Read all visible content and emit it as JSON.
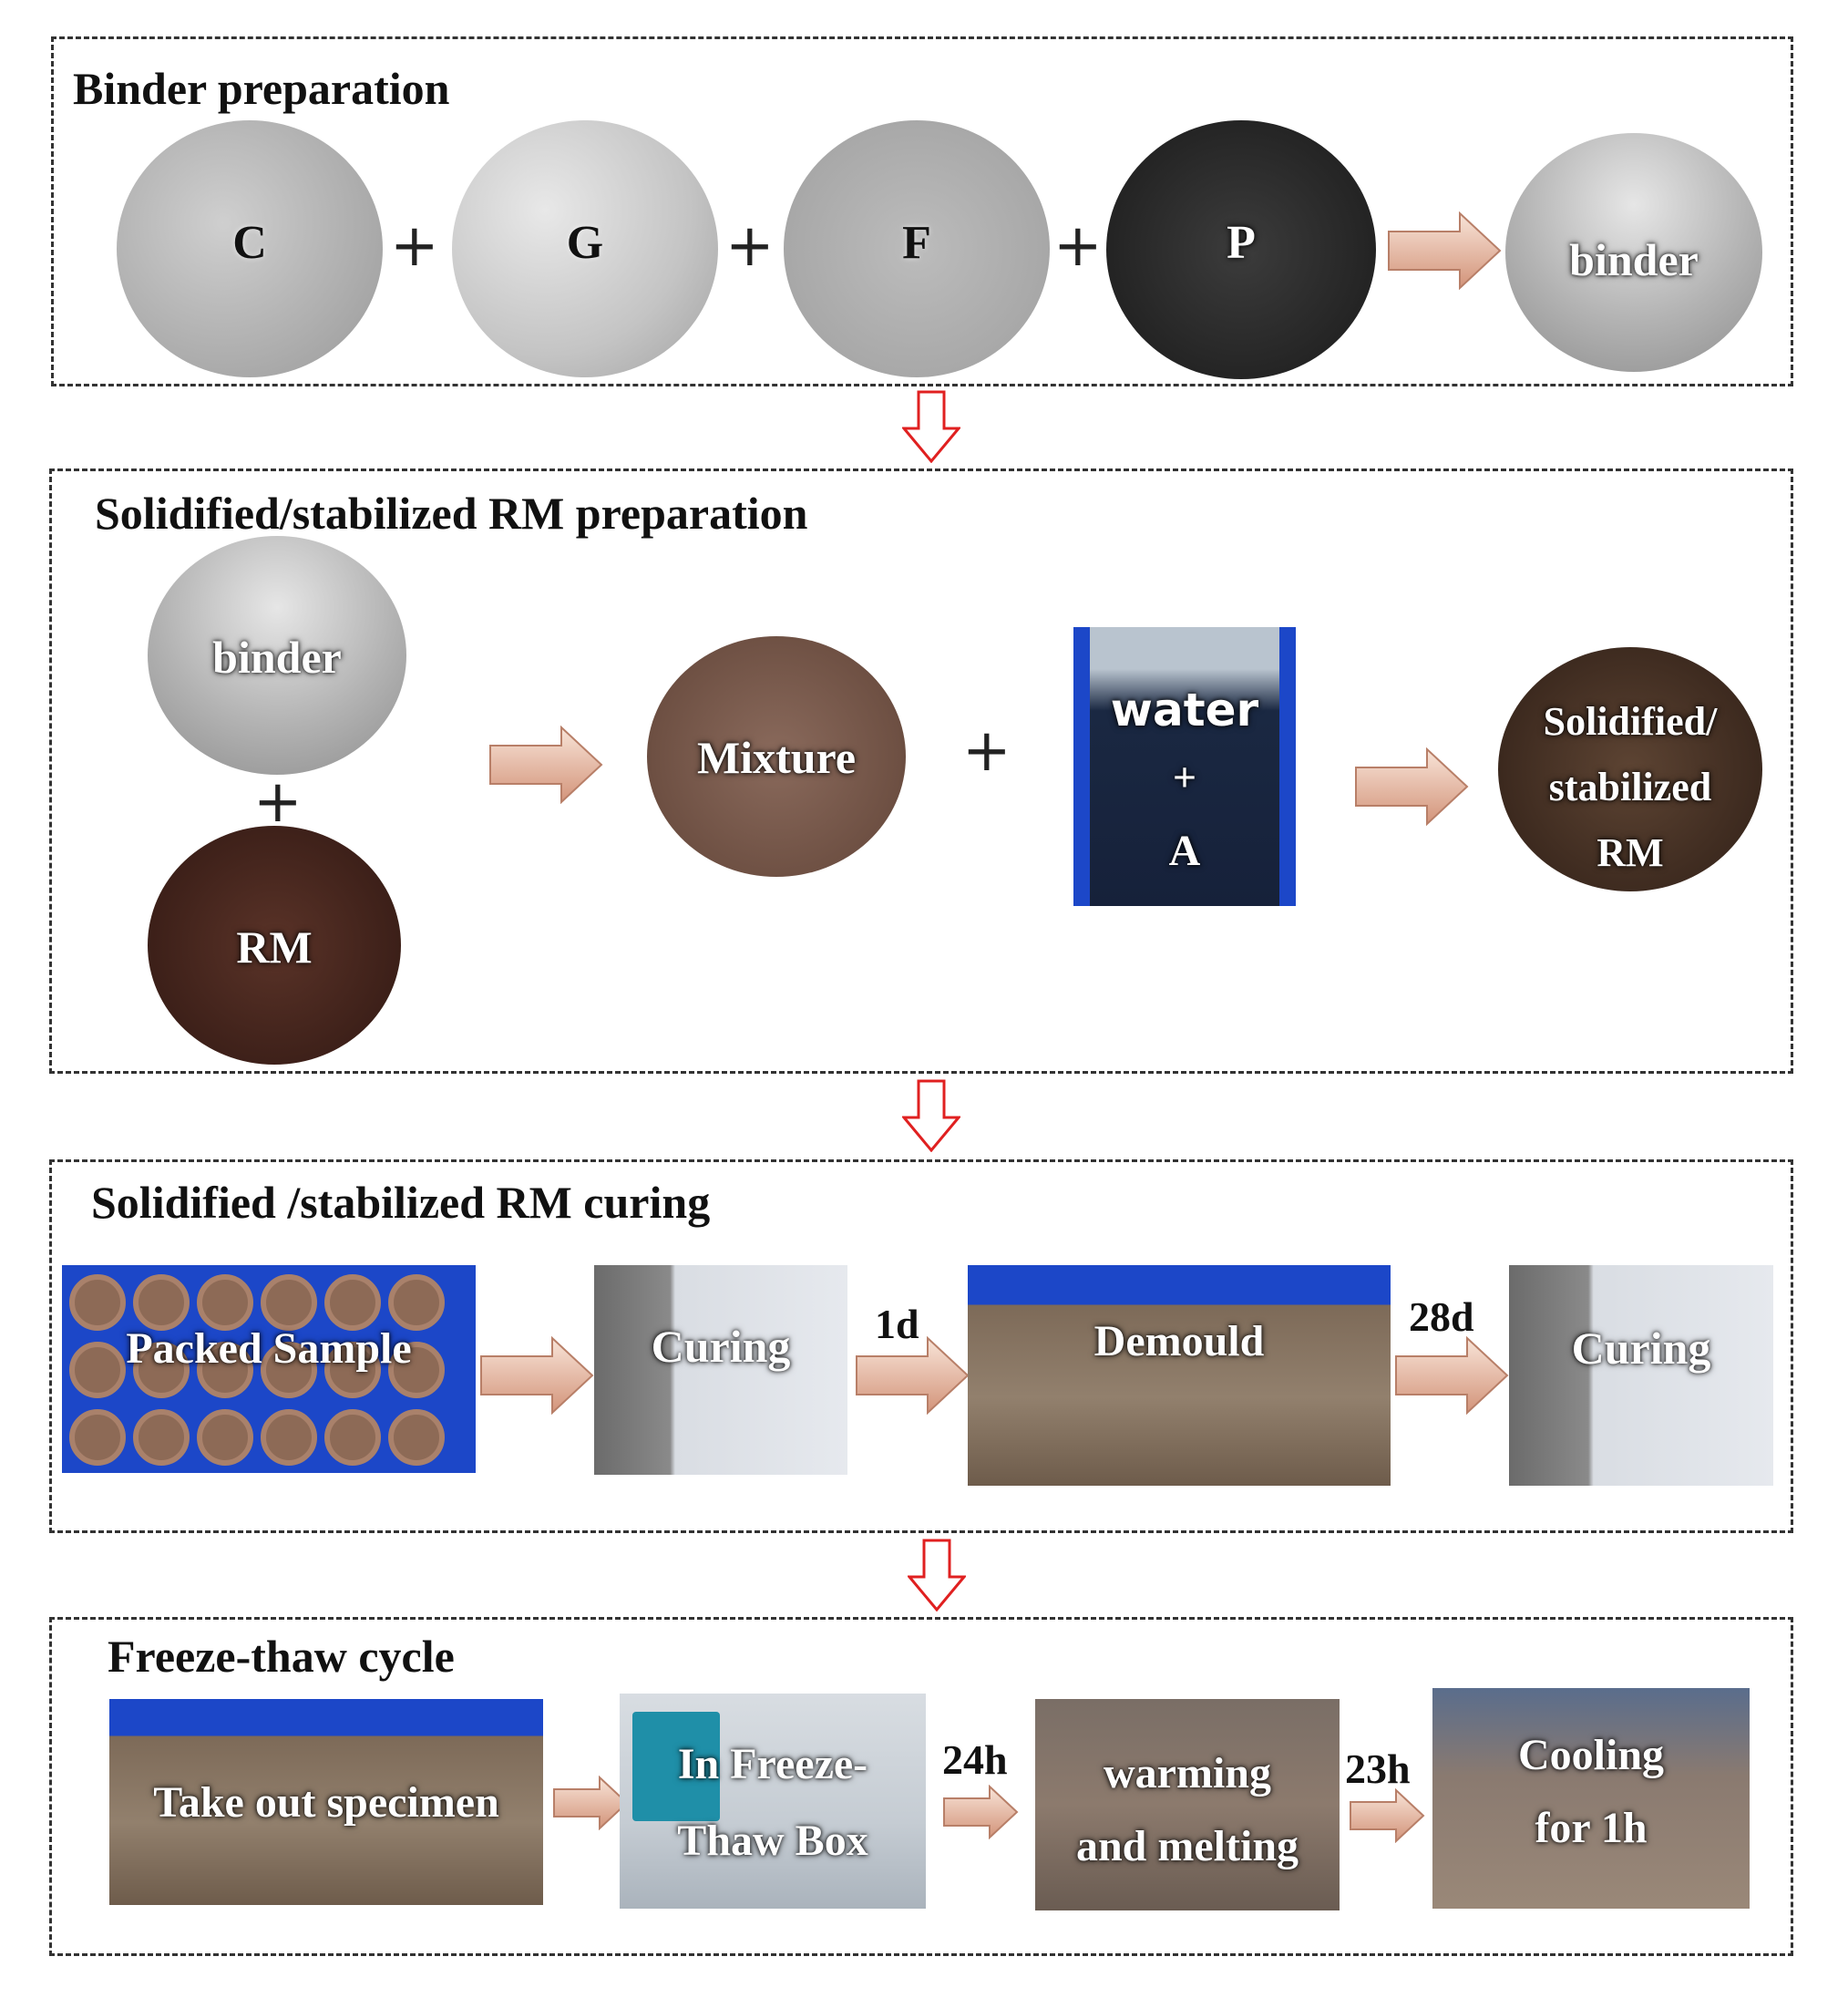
{
  "sections": {
    "binder": {
      "title": "Binder preparation"
    },
    "srm_prep": {
      "title": "Solidified/stabilized RM preparation"
    },
    "curing": {
      "title": "Solidified /stabilized RM curing"
    },
    "freeze": {
      "title": "Freeze-thaw cycle"
    }
  },
  "binder_items": {
    "c": "C",
    "g": "G",
    "f": "F",
    "p": "P",
    "binder": "binder"
  },
  "prep_items": {
    "binder": "binder",
    "rm": "RM",
    "mixture": "Mixture",
    "water": "water",
    "plus": "+",
    "a": "A",
    "ss_line1": "Solidified/",
    "ss_line2": "stabilized",
    "ss_line3": "RM"
  },
  "curing_items": {
    "packed": "Packed Sample",
    "curing1": "Curing",
    "t1": "1d",
    "demould": "Demould",
    "t2": "28d",
    "curing2": "Curing"
  },
  "freeze_items": {
    "take_out": "Take out specimen",
    "box_line1": "In Freeze-",
    "box_line2": "Thaw Box",
    "t1": "24h",
    "warm_line1": "warming",
    "warm_line2": "and melting",
    "t2": "23h",
    "cool_line1": "Cooling",
    "cool_line2": "for 1h"
  },
  "colors": {
    "arrow_fill_top": "#f7dccd",
    "arrow_fill_bottom": "#d99b80",
    "down_arrow": "#e02020"
  }
}
